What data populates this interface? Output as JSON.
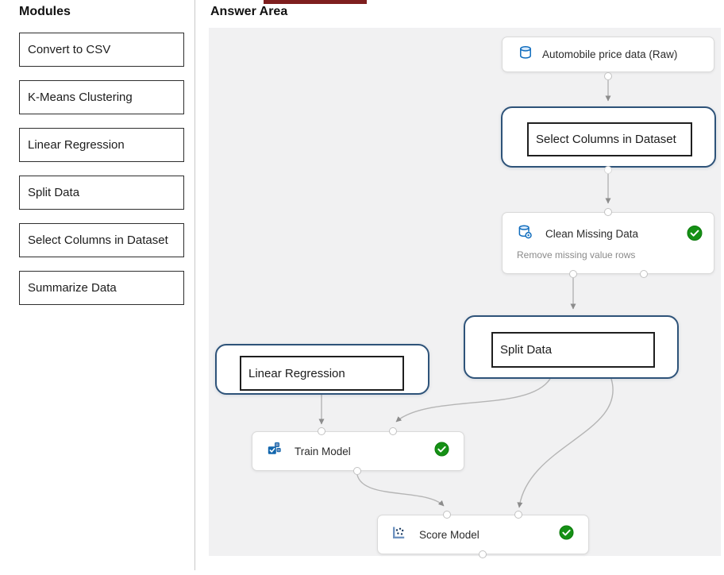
{
  "header": {
    "modules_title": "Modules",
    "answer_area_title": "Answer Area"
  },
  "modules": {
    "items": [
      "Convert to CSV",
      "K-Means Clustering",
      "Linear Regression",
      "Split Data",
      "Select Columns in Dataset",
      "Summarize Data"
    ]
  },
  "canvas": {
    "nodes": {
      "dataset": {
        "label": "Automobile price data (Raw)",
        "icon": "database-icon"
      },
      "select_columns": {
        "dropped_module": "Select Columns in Dataset",
        "state": "selected-placeholder"
      },
      "clean_missing": {
        "title": "Clean Missing Data",
        "subtitle": "Remove missing value rows",
        "icon": "clean-data-icon",
        "status": "completed"
      },
      "split_data": {
        "dropped_module": "Split Data",
        "state": "selected-placeholder"
      },
      "linear_regression": {
        "dropped_module": "Linear Regression",
        "state": "selected-placeholder"
      },
      "train_model": {
        "title": "Train Model",
        "icon": "train-model-icon",
        "status": "completed"
      },
      "score_model": {
        "title": "Score Model",
        "icon": "scatter-plot-icon",
        "status": "completed"
      }
    },
    "connections": [
      "dataset -> select_columns",
      "select_columns -> clean_missing",
      "clean_missing -> split_data",
      "linear_regression -> train_model (left input)",
      "split_data -> train_model (right input)",
      "split_data -> score_model (right input)",
      "train_model -> score_model (left input)"
    ]
  },
  "colors": {
    "accent_border": "#2e5379",
    "status_green": "#159015",
    "icon_blue": "#0f6cbd",
    "canvas_bg": "#f1f1f2",
    "connector_gray": "#b5b5b5"
  }
}
